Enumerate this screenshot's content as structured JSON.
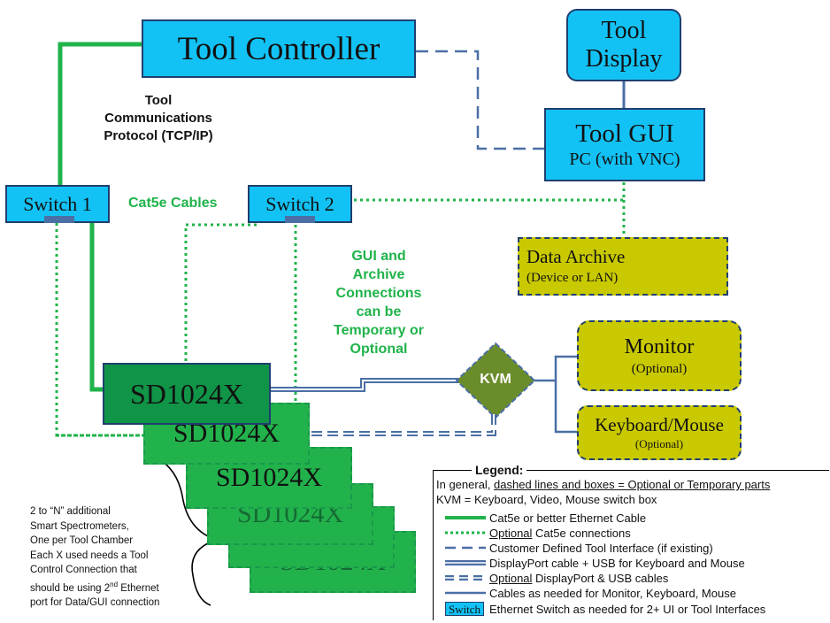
{
  "nodes": {
    "tool_controller": "Tool Controller",
    "tool_display": "Tool Display",
    "tool_gui_title": "Tool GUI",
    "tool_gui_sub": "PC (with VNC)",
    "switch1": "Switch 1",
    "switch2": "Switch 2",
    "data_archive_title": "Data Archive",
    "data_archive_sub": "(Device  or LAN)",
    "monitor_title": "Monitor",
    "monitor_sub": "(Optional)",
    "keyboard_title": "Keyboard/Mouse",
    "keyboard_sub": "(Optional)",
    "kvm": "KVM",
    "sd": [
      "SD1024X",
      "SD1024X",
      "SD1024X",
      "SD1024X",
      "SD1024X",
      "SD1024X"
    ]
  },
  "labels": {
    "protocol": [
      "Tool",
      "Communications",
      "Protocol (TCP/IP)"
    ],
    "cables": "Cat5e Cables",
    "gui_archive": [
      "GUI and",
      "Archive",
      "Connections",
      "can be",
      "Temporary or",
      "Optional"
    ],
    "note_lines": [
      "2 to “N” additional",
      "Smart Spectrometers,",
      "One per Tool Chamber",
      "Each X used needs a Tool",
      "Control Connection that",
      "should be using 2",
      "port for Data/GUI connection"
    ],
    "note_sup": "nd",
    "note_tail": " Ethernet"
  },
  "legend": {
    "title": "Legend:",
    "line1_pre": "In general, ",
    "line1_u": "dashed lines and boxes = Optional or Temporary parts",
    "line2": "KVM = Keyboard, Video, Mouse switch box",
    "rows": [
      {
        "u": "",
        "text": "Cat5e or better Ethernet Cable"
      },
      {
        "u": "Optional",
        "text": " Cat5e connections"
      },
      {
        "u": "",
        "text": "Customer Defined Tool Interface (if existing)"
      },
      {
        "u": "",
        "text": "DisplayPort cable + USB for Keyboard and Mouse"
      },
      {
        "u": "Optional",
        "text": "  DisplayPort & USB cables"
      },
      {
        "u": "",
        "text": "Cables as needed for Monitor, Keyboard, Mouse"
      },
      {
        "u": "",
        "text": "Ethernet Switch as needed for 2+ UI or Tool Interfaces"
      }
    ],
    "switch_badge": "Switch"
  },
  "colors": {
    "cyan": "#13c2f5",
    "olive": "#c9c900",
    "green_line": "#1fb34a",
    "blue_line": "#4a6fa5",
    "sd_dark": "#109447",
    "sd_light": "#22b24c",
    "kvm": "#6b8c2a"
  }
}
